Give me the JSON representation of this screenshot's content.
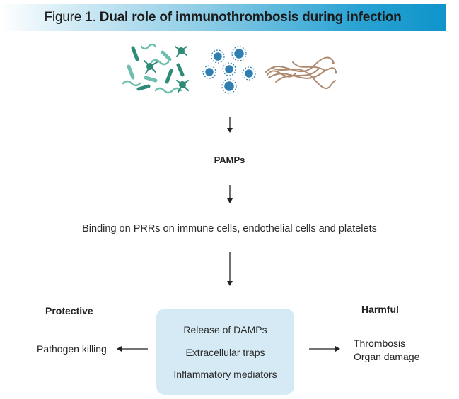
{
  "title": {
    "prefix": "Figure 1.",
    "main": "Dual role of immunothrombosis during infection"
  },
  "illustration": {
    "groups": [
      "bacteria-icon",
      "virus-icon",
      "fungi-icon"
    ],
    "colors": {
      "bacteria": "#6fbfb0",
      "bacteria_dark": "#2f8a78",
      "virus": "#2f7fb3",
      "fungi": "#b08a6e"
    }
  },
  "flow": {
    "pamps": "PAMPs",
    "binding": "Binding on PRRs on immune cells, endothelial cells and platelets"
  },
  "outcomes": {
    "protective_heading": "Protective",
    "harmful_heading": "Harmful",
    "protective_items": [
      "Pathogen killing"
    ],
    "harmful_items": [
      "Thrombosis",
      "Organ damage"
    ]
  },
  "mechanisms": [
    "Release of DAMPs",
    "Extracellular traps",
    "Inflammatory mediators"
  ],
  "colors": {
    "title_gradient_end": "#0f94cb",
    "box_fill": "#d6eaf5",
    "arrow": "#222222"
  }
}
